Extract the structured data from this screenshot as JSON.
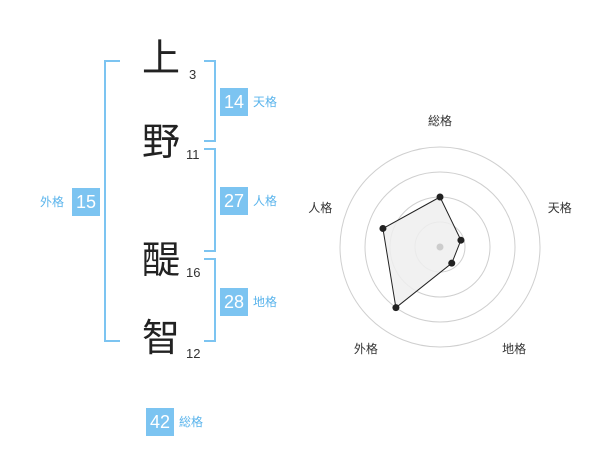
{
  "name": {
    "chars": [
      {
        "char": "上",
        "strokes": "3"
      },
      {
        "char": "野",
        "strokes": "11"
      },
      {
        "char": "醍",
        "strokes": "16"
      },
      {
        "char": "智",
        "strokes": "12"
      }
    ]
  },
  "fortunes": {
    "tenkaku": {
      "value": "14",
      "label": "天格"
    },
    "jinkaku": {
      "value": "27",
      "label": "人格"
    },
    "chikaku": {
      "value": "28",
      "label": "地格"
    },
    "gaikaku": {
      "value": "15",
      "label": "外格"
    },
    "soukaku": {
      "value": "42",
      "label": "総格"
    }
  },
  "colors": {
    "accent": "#7cc4f1",
    "accent_text": "#5ab4ec"
  },
  "chart_data": {
    "type": "radar",
    "axes": [
      "総格",
      "天格",
      "地格",
      "外格",
      "人格"
    ],
    "values": [
      0.5,
      0.22,
      0.2,
      0.75,
      0.6
    ],
    "rings": 4,
    "range": [
      0,
      1
    ]
  }
}
